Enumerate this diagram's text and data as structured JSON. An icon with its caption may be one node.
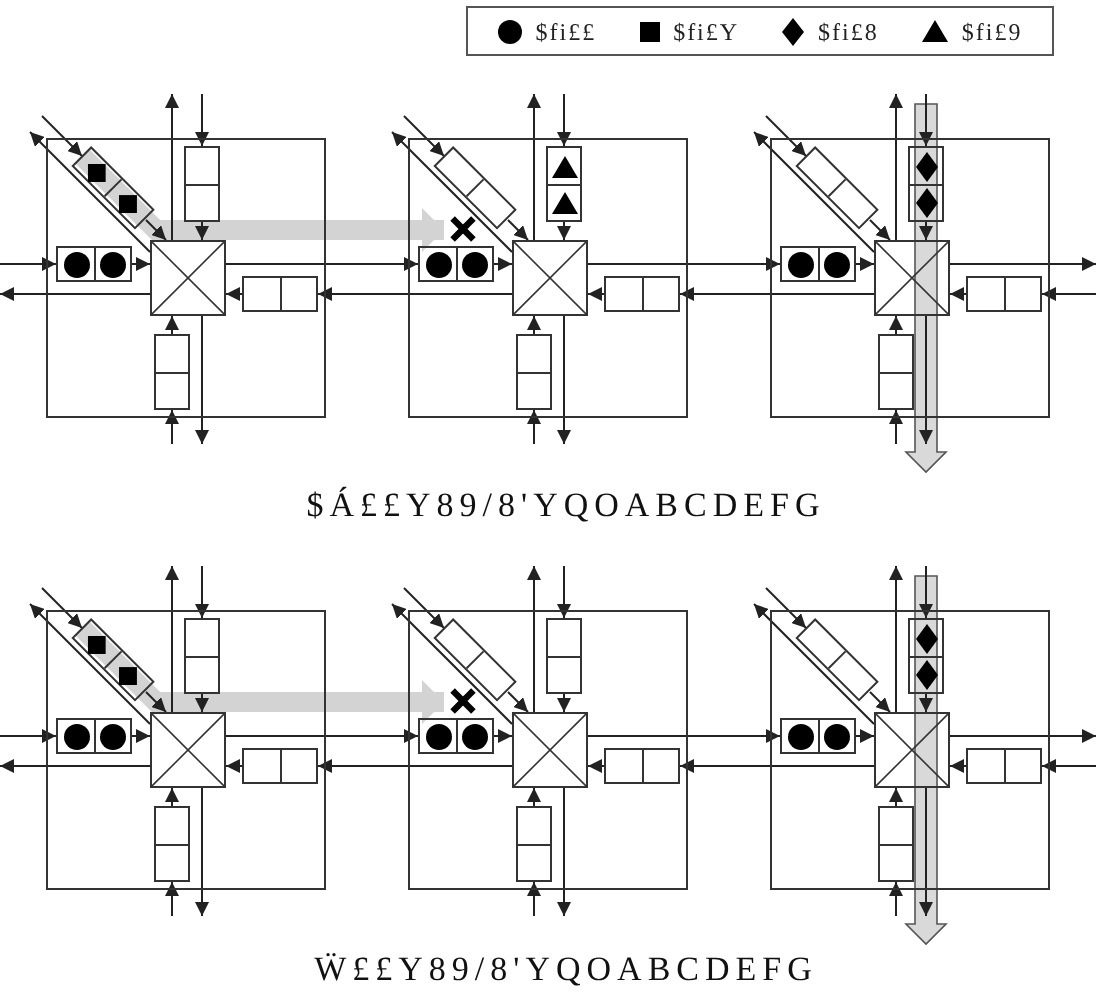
{
  "diagram": {
    "nodes": [
      {
        "text": [],
        "shape": "box"
      },
      {
        "text": [],
        "shape": "box",
        "in": 0
      },
      {
        "text": [],
        "shape": "box",
        "in": 0
      },
      {
        "text": [],
        "shape": "box",
        "in": 0
      },
      {
        "text": [],
        "shape": "box",
        "in": 0
      },
      {
        "text": [],
        "shape": "box",
        "in": 0
      },
      {
        "text": [],
        "shape": "box",
        "in": 0
      },
      {
        "text": [],
        "shape": "box"
      },
      {
        "text": [],
        "shape": "box",
        "in": 7
      },
      {
        "text": [],
        "shape": "box",
        "in": 7
      },
      {
        "text": [],
        "shape": "box",
        "in": 7
      },
      {
        "text": [],
        "shape": "box",
        "in": 7
      },
      {
        "text": [],
        "shape": "box",
        "in": 7
      },
      {
        "text": [],
        "shape": "box",
        "in": 7
      },
      {
        "text": [],
        "shape": "box"
      },
      {
        "text": [],
        "shape": "box",
        "in": 14
      },
      {
        "text": [],
        "shape": "box",
        "in": 14
      },
      {
        "text": [],
        "shape": "box",
        "in": 14
      },
      {
        "text": [],
        "shape": "box",
        "in": 14
      },
      {
        "text": [],
        "shape": "box",
        "in": 14
      },
      {
        "text": [],
        "shape": "box",
        "in": 14
      },
      {
        "text": [],
        "shape": "box"
      },
      {
        "text": [],
        "shape": "box",
        "in": 21
      },
      {
        "text": [],
        "shape": "box",
        "in": 21
      },
      {
        "text": [],
        "shape": "box",
        "in": 21
      },
      {
        "text": [],
        "shape": "box",
        "in": 21
      },
      {
        "text": [],
        "shape": "box",
        "in": 21
      },
      {
        "text": [],
        "shape": "box",
        "in": 21
      },
      {
        "text": [],
        "shape": "box"
      },
      {
        "text": [],
        "shape": "box",
        "in": 28
      },
      {
        "text": [],
        "shape": "box",
        "in": 28
      },
      {
        "text": [],
        "shape": "box",
        "in": 28
      },
      {
        "text": [],
        "shape": "box",
        "in": 28
      },
      {
        "text": [],
        "shape": "box",
        "in": 28
      },
      {
        "text": [],
        "shape": "box",
        "in": 28
      },
      {
        "text": [],
        "shape": "box"
      },
      {
        "text": [],
        "shape": "box",
        "in": 35
      },
      {
        "text": [],
        "shape": "box",
        "in": 35
      },
      {
        "text": [],
        "shape": "box",
        "in": 35
      },
      {
        "text": [],
        "shape": "box",
        "in": 35
      },
      {
        "text": [],
        "shape": "box",
        "in": 35
      },
      {
        "text": [],
        "shape": "box",
        "in": 35
      }
    ],
    "edges": [
      {
        "from": null,
        "to": 1,
        "arrow": "to"
      },
      {
        "from": 1,
        "to": 4,
        "arrow": "to"
      },
      {
        "from": null,
        "to": 2,
        "arrow": "to"
      },
      {
        "from": 2,
        "to": 4,
        "arrow": "to"
      },
      {
        "from": null,
        "to": 3,
        "arrow": "to"
      },
      {
        "from": 3,
        "to": 4,
        "arrow": "to"
      },
      {
        "from": 11,
        "to": 5,
        "arrow": "to"
      },
      {
        "from": 5,
        "to": 4,
        "arrow": "to"
      },
      {
        "from": null,
        "to": 6,
        "arrow": "to"
      },
      {
        "from": 6,
        "to": 4,
        "arrow": "to"
      },
      {
        "from": 4,
        "to": null,
        "arrow": "to"
      },
      {
        "from": 4,
        "to": null,
        "arrow": "to"
      },
      {
        "from": 4,
        "to": null,
        "arrow": "to"
      },
      {
        "from": 4,
        "to": null,
        "arrow": "to"
      },
      {
        "from": null,
        "to": 8,
        "arrow": "to"
      },
      {
        "from": 8,
        "to": 11,
        "arrow": "to"
      },
      {
        "from": null,
        "to": 9,
        "arrow": "to"
      },
      {
        "from": 9,
        "to": 11,
        "arrow": "to"
      },
      {
        "from": 4,
        "to": 10,
        "arrow": "to"
      },
      {
        "from": 10,
        "to": 11,
        "arrow": "to"
      },
      {
        "from": 18,
        "to": 12,
        "arrow": "to"
      },
      {
        "from": 12,
        "to": 11,
        "arrow": "to"
      },
      {
        "from": null,
        "to": 13,
        "arrow": "to"
      },
      {
        "from": 13,
        "to": 11,
        "arrow": "to"
      },
      {
        "from": 11,
        "to": null,
        "arrow": "to"
      },
      {
        "from": 11,
        "to": null,
        "arrow": "to"
      },
      {
        "from": 11,
        "to": null,
        "arrow": "to"
      },
      {
        "from": null,
        "to": 15,
        "arrow": "to"
      },
      {
        "from": 15,
        "to": 18,
        "arrow": "to"
      },
      {
        "from": null,
        "to": 16,
        "arrow": "to"
      },
      {
        "from": 16,
        "to": 18,
        "arrow": "to"
      },
      {
        "from": 11,
        "to": 17,
        "arrow": "to"
      },
      {
        "from": 17,
        "to": 18,
        "arrow": "to"
      },
      {
        "from": null,
        "to": 19,
        "arrow": "to"
      },
      {
        "from": 19,
        "to": 18,
        "arrow": "to"
      },
      {
        "from": null,
        "to": 20,
        "arrow": "to"
      },
      {
        "from": 20,
        "to": 18,
        "arrow": "to"
      },
      {
        "from": 18,
        "to": null,
        "arrow": "to"
      },
      {
        "from": 18,
        "to": null,
        "arrow": "to"
      },
      {
        "from": 18,
        "to": null,
        "arrow": "to"
      },
      {
        "from": 18,
        "to": null,
        "arrow": "to"
      },
      {
        "from": 1,
        "to": 10,
        "arrow": "to",
        "style": "thick",
        "color": "#d3d3d3"
      },
      {
        "from": null,
        "to": 22,
        "arrow": "to"
      },
      {
        "from": 22,
        "to": 25,
        "arrow": "to"
      },
      {
        "from": null,
        "to": 23,
        "arrow": "to"
      },
      {
        "from": 23,
        "to": 25,
        "arrow": "to"
      },
      {
        "from": null,
        "to": 24,
        "arrow": "to"
      },
      {
        "from": 24,
        "to": 25,
        "arrow": "to"
      },
      {
        "from": 32,
        "to": 26,
        "arrow": "to"
      },
      {
        "from": 26,
        "to": 25,
        "arrow": "to"
      },
      {
        "from": null,
        "to": 27,
        "arrow": "to"
      },
      {
        "from": 27,
        "to": 25,
        "arrow": "to"
      },
      {
        "from": 25,
        "to": null,
        "arrow": "to"
      },
      {
        "from": 25,
        "to": null,
        "arrow": "to"
      },
      {
        "from": 25,
        "to": null,
        "arrow": "to"
      },
      {
        "from": 25,
        "to": null,
        "arrow": "to"
      },
      {
        "from": null,
        "to": 29,
        "arrow": "to"
      },
      {
        "from": 29,
        "to": 32,
        "arrow": "to"
      },
      {
        "from": null,
        "to": 30,
        "arrow": "to"
      },
      {
        "from": 30,
        "to": 32,
        "arrow": "to"
      },
      {
        "from": 25,
        "to": 31,
        "arrow": "to"
      },
      {
        "from": 31,
        "to": 32,
        "arrow": "to"
      },
      {
        "from": 39,
        "to": 33,
        "arrow": "to"
      },
      {
        "from": 33,
        "to": 32,
        "arrow": "to"
      },
      {
        "from": null,
        "to": 34,
        "arrow": "to"
      },
      {
        "from": 34,
        "to": 32,
        "arrow": "to"
      },
      {
        "from": 32,
        "to": null,
        "arrow": "to"
      },
      {
        "from": 32,
        "to": null,
        "arrow": "to"
      },
      {
        "from": 32,
        "to": null,
        "arrow": "to"
      },
      {
        "from": null,
        "to": 36,
        "arrow": "to"
      },
      {
        "from": 36,
        "to": 39,
        "arrow": "to"
      },
      {
        "from": null,
        "to": 37,
        "arrow": "to"
      },
      {
        "from": 37,
        "to": 39,
        "arrow": "to"
      },
      {
        "from": 32,
        "to": 38,
        "arrow": "to"
      },
      {
        "from": 38,
        "to": 39,
        "arrow": "to"
      },
      {
        "from": null,
        "to": 40,
        "arrow": "to"
      },
      {
        "from": 40,
        "to": 39,
        "arrow": "to"
      },
      {
        "from": null,
        "to": 41,
        "arrow": "to"
      },
      {
        "from": 41,
        "to": 39,
        "arrow": "to"
      },
      {
        "from": 39,
        "to": null,
        "arrow": "to"
      },
      {
        "from": 39,
        "to": null,
        "arrow": "to"
      },
      {
        "from": 39,
        "to": null,
        "arrow": "to"
      },
      {
        "from": 39,
        "to": null,
        "arrow": "to"
      },
      {
        "from": 22,
        "to": 31,
        "arrow": "to",
        "style": "thick",
        "color": "#d3d3d3"
      }
    ],
    "labels": [
      "$Á££Y89/8'YQOABCDEFG",
      "Ẅ££Y89/8'YQOABCDEFG"
    ],
    "legend": [
      {
        "text": "$fi££"
      },
      {
        "text": "$fi£Y"
      },
      {
        "text": "$fi£8"
      },
      {
        "text": "$fi£9"
      }
    ]
  }
}
